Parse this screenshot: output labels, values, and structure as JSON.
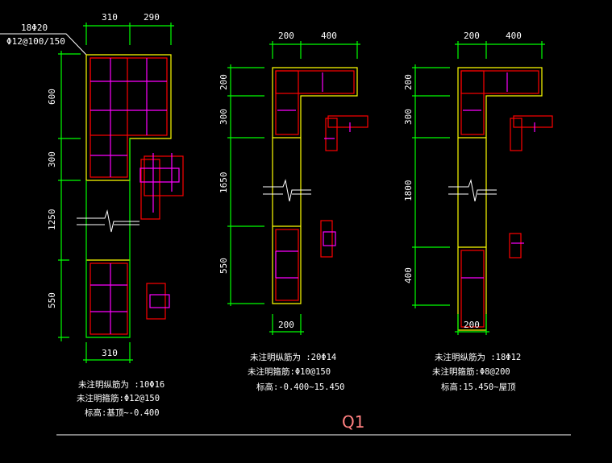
{
  "title": "Q1",
  "colors": {
    "background": "#000000",
    "outline": "#ffff00",
    "dimension": "#00ff00",
    "rebar": "#ff0000",
    "stirrup": "#ff00ff",
    "title": "#ff8080"
  },
  "left": {
    "leader_top": "18Φ20",
    "leader_bottom": "Φ12@100/150",
    "top_dims": [
      "310",
      "290"
    ],
    "side_dims": [
      "600",
      "300",
      "1250",
      "550"
    ],
    "bottom_dim": "310",
    "notes": [
      "未注明纵筋为 :10Φ16",
      "未注明箍筋:Φ12@150",
      "标高:基顶~-0.400"
    ]
  },
  "middle": {
    "top_dims": [
      "200",
      "400"
    ],
    "side_dims": [
      "200",
      "300",
      "1650",
      "550"
    ],
    "bottom_dim": "200",
    "notes": [
      "未注明纵筋为 :20Φ14",
      "未注明箍筋:Φ10@150",
      "标高:-0.400~15.450"
    ]
  },
  "right": {
    "top_dims": [
      "200",
      "400"
    ],
    "side_dims": [
      "200",
      "300",
      "1800",
      "400"
    ],
    "bottom_dim": "200",
    "notes": [
      "未注明纵筋为 :18Φ12",
      "未注明箍筋:Φ8@200",
      "标高:15.450~屋顶"
    ]
  }
}
